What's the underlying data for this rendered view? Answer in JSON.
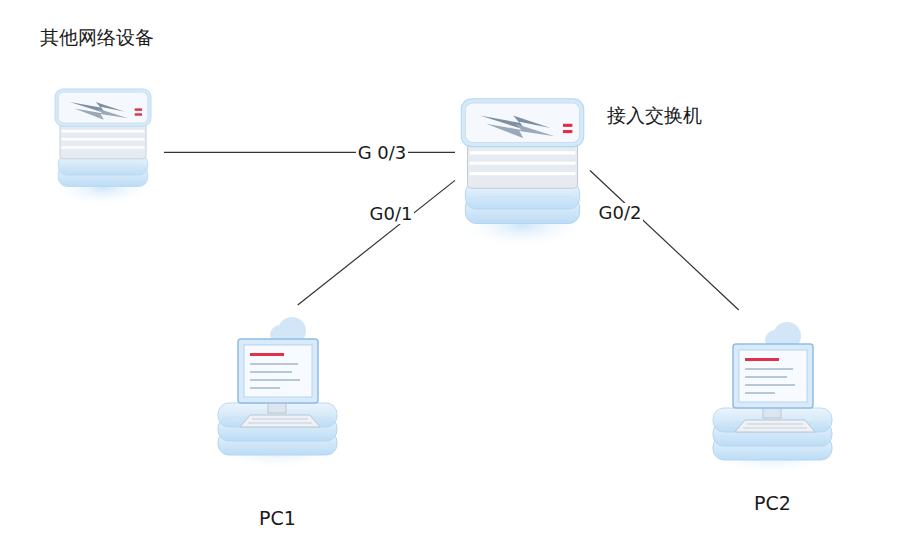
{
  "diagram": {
    "nodes": [
      {
        "text": [
          "其他网络设备"
        ]
      },
      {
        "text": [
          "接入交换机"
        ]
      },
      {
        "text": [
          "PC1"
        ]
      },
      {
        "text": [
          "PC2"
        ]
      }
    ],
    "edges": [
      {
        "from": 0,
        "to": 1,
        "arrow": "none",
        "label": "G 0/3"
      },
      {
        "from": 1,
        "to": 2,
        "arrow": "none",
        "label": "G0/1"
      },
      {
        "from": 1,
        "to": 3,
        "arrow": "none",
        "label": "G0/2"
      }
    ]
  }
}
